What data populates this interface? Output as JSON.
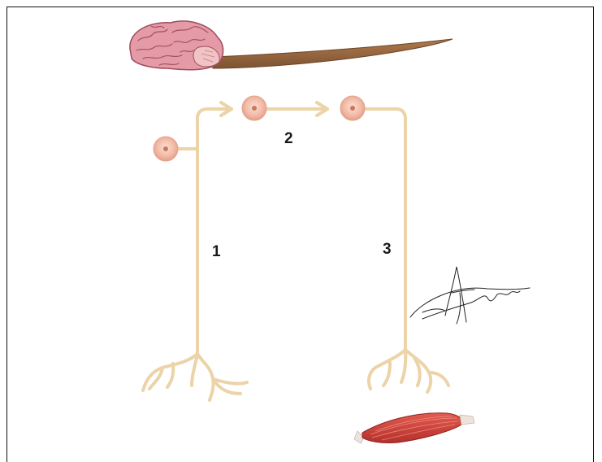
{
  "labels": {
    "neuron_1": "1",
    "neuron_2": "2",
    "neuron_3": "3"
  },
  "colors": {
    "fiber": "#ecd3a8",
    "soma": "#f0b6a2",
    "nucleus": "#c9785f",
    "spinal_cord": "#9c6a43",
    "brain": "#d98a98",
    "muscle": "#d6463e",
    "frame": "#111111"
  }
}
